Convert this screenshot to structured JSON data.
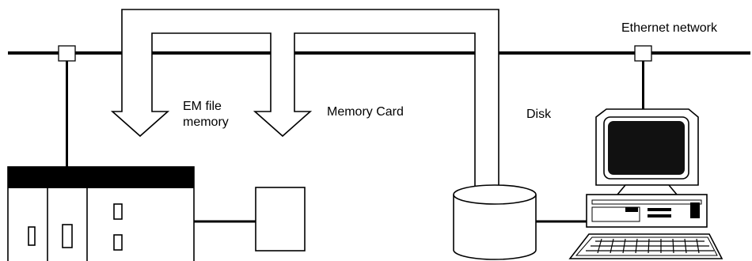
{
  "labels": {
    "ethernet_network": "Ethernet network",
    "em_file_memory_line1": "EM file",
    "em_file_memory_line2": "memory",
    "memory_card": "Memory Card",
    "disk": "Disk"
  },
  "icons": {
    "plc": "plc-rack-icon",
    "memory_card": "memory-card-icon",
    "disk": "disk-cylinder-icon",
    "computer": "personal-computer-icon",
    "transceiver": "network-transceiver-icon"
  },
  "colors": {
    "stroke": "#000000",
    "background": "#ffffff",
    "screen": "#111111"
  }
}
